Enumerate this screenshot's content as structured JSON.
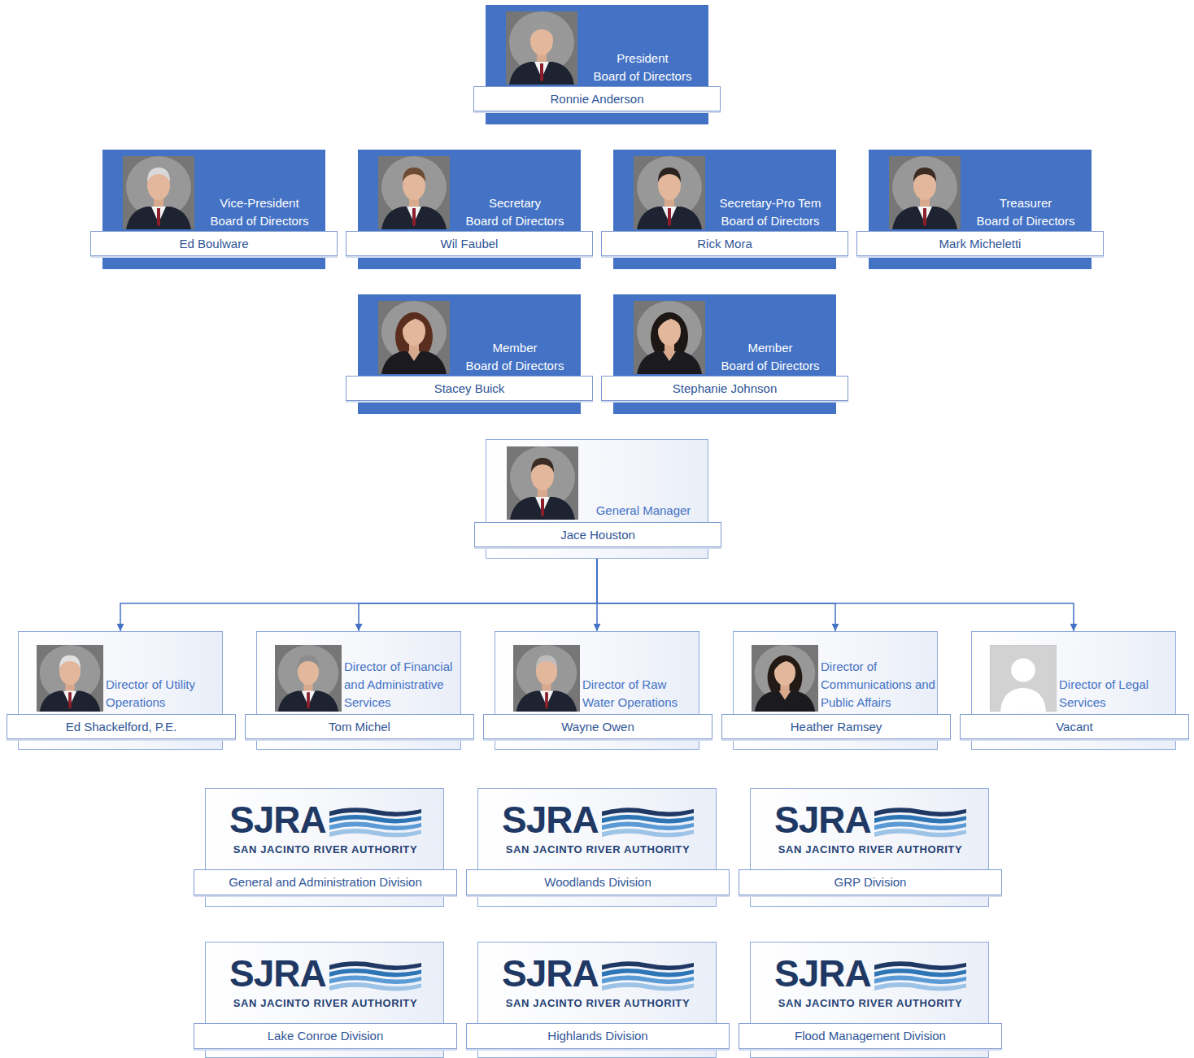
{
  "diagram": {
    "nodes": [
      {
        "text": [
          "President",
          "Board of Directors",
          "Ronnie Anderson"
        ]
      },
      {
        "text": [
          "Vice-President",
          "Board of Directors",
          "Ed Boulware"
        ]
      },
      {
        "text": [
          "Secretary",
          "Board of Directors",
          "Wil Faubel"
        ]
      },
      {
        "text": [
          "Secretary-Pro Tem",
          "Board of Directors",
          "Rick Mora"
        ]
      },
      {
        "text": [
          "Treasurer",
          "Board of Directors",
          "Mark Micheletti"
        ]
      },
      {
        "text": [
          "Member",
          "Board of Directors",
          "Stacey Buick"
        ]
      },
      {
        "text": [
          "Member",
          "Board of Directors",
          "Stephanie Johnson"
        ]
      },
      {
        "text": [
          "General Manager",
          "Jace Houston"
        ]
      },
      {
        "text": [
          "Director of Utility Operations",
          "Ed Shackelford, P.E."
        ]
      },
      {
        "text": [
          "Director of Financial and Administrative Services",
          "Tom Michel"
        ]
      },
      {
        "text": [
          "Director of Raw Water Operations",
          "Wayne Owen"
        ]
      },
      {
        "text": [
          "Director of Communications and Public Affairs",
          "Heather Ramsey"
        ]
      },
      {
        "text": [
          "Director of Legal Services",
          "Vacant"
        ]
      },
      {
        "text": [
          "SJRA",
          "SAN JACINTO RIVER AUTHORITY",
          "General and Administration Division"
        ]
      },
      {
        "text": [
          "SJRA",
          "SAN JACINTO RIVER AUTHORITY",
          "Woodlands  Division"
        ]
      },
      {
        "text": [
          "SJRA",
          "SAN JACINTO RIVER AUTHORITY",
          "GRP  Division"
        ]
      },
      {
        "text": [
          "SJRA",
          "SAN JACINTO RIVER AUTHORITY",
          "Lake Conroe Division"
        ]
      },
      {
        "text": [
          "SJRA",
          "SAN JACINTO RIVER AUTHORITY",
          "Highlands Division"
        ]
      },
      {
        "text": [
          "SJRA",
          "SAN JACINTO RIVER AUTHORITY",
          "Flood Management Division"
        ]
      }
    ],
    "edges": [
      {
        "from": 7,
        "to": 8,
        "arrow": "to"
      },
      {
        "from": 7,
        "to": 9,
        "arrow": "to"
      },
      {
        "from": 7,
        "to": 10,
        "arrow": "to"
      },
      {
        "from": 7,
        "to": 11,
        "arrow": "to"
      },
      {
        "from": 7,
        "to": 12,
        "arrow": "to"
      }
    ]
  }
}
